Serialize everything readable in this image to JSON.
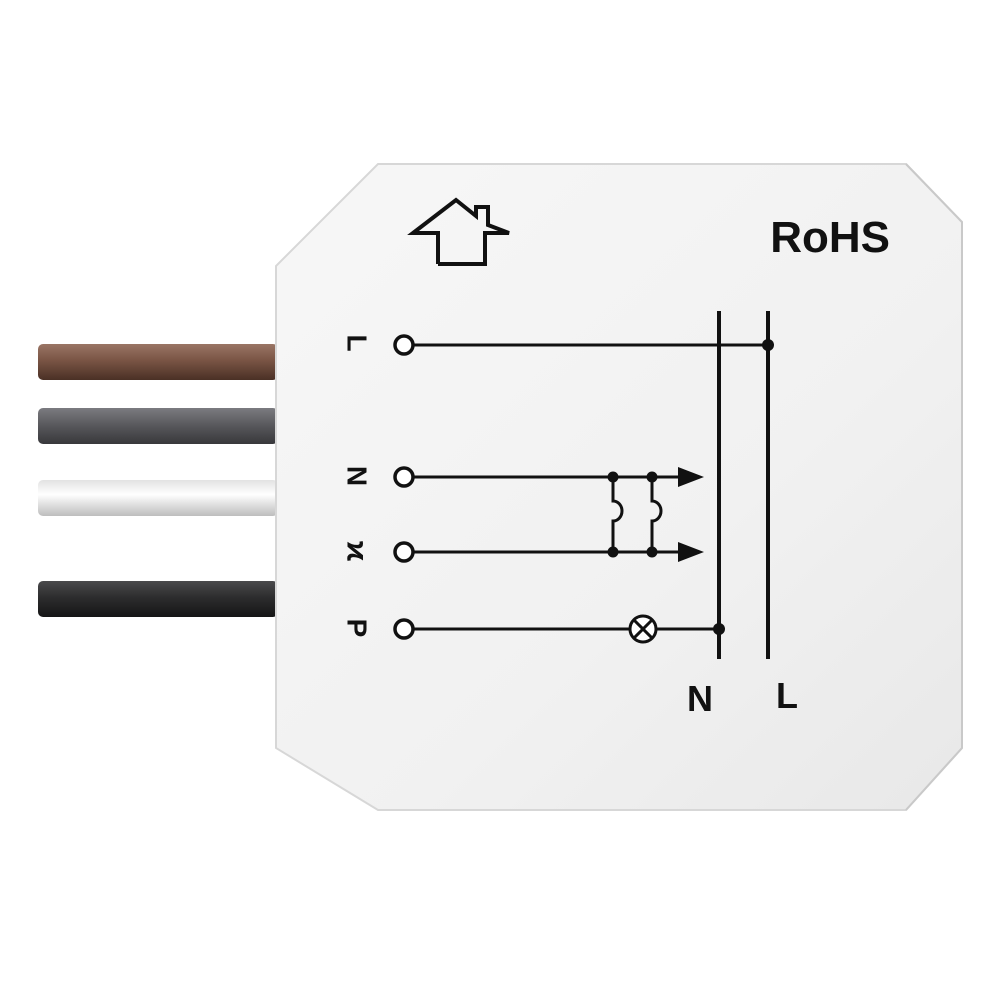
{
  "device": {
    "marking": "RoHS",
    "symbol_icon": "house-icon",
    "terminal_labels": [
      "L",
      "N",
      "ϰ",
      "P"
    ],
    "bus_labels": [
      "N",
      "L"
    ],
    "load_icon": "lamp-icon",
    "wires": [
      {
        "name": "brown",
        "color": "#7a5545"
      },
      {
        "name": "grey",
        "color": "#5c5c60"
      },
      {
        "name": "white",
        "color": "#efefef"
      },
      {
        "name": "black",
        "color": "#2f2f30"
      }
    ]
  }
}
